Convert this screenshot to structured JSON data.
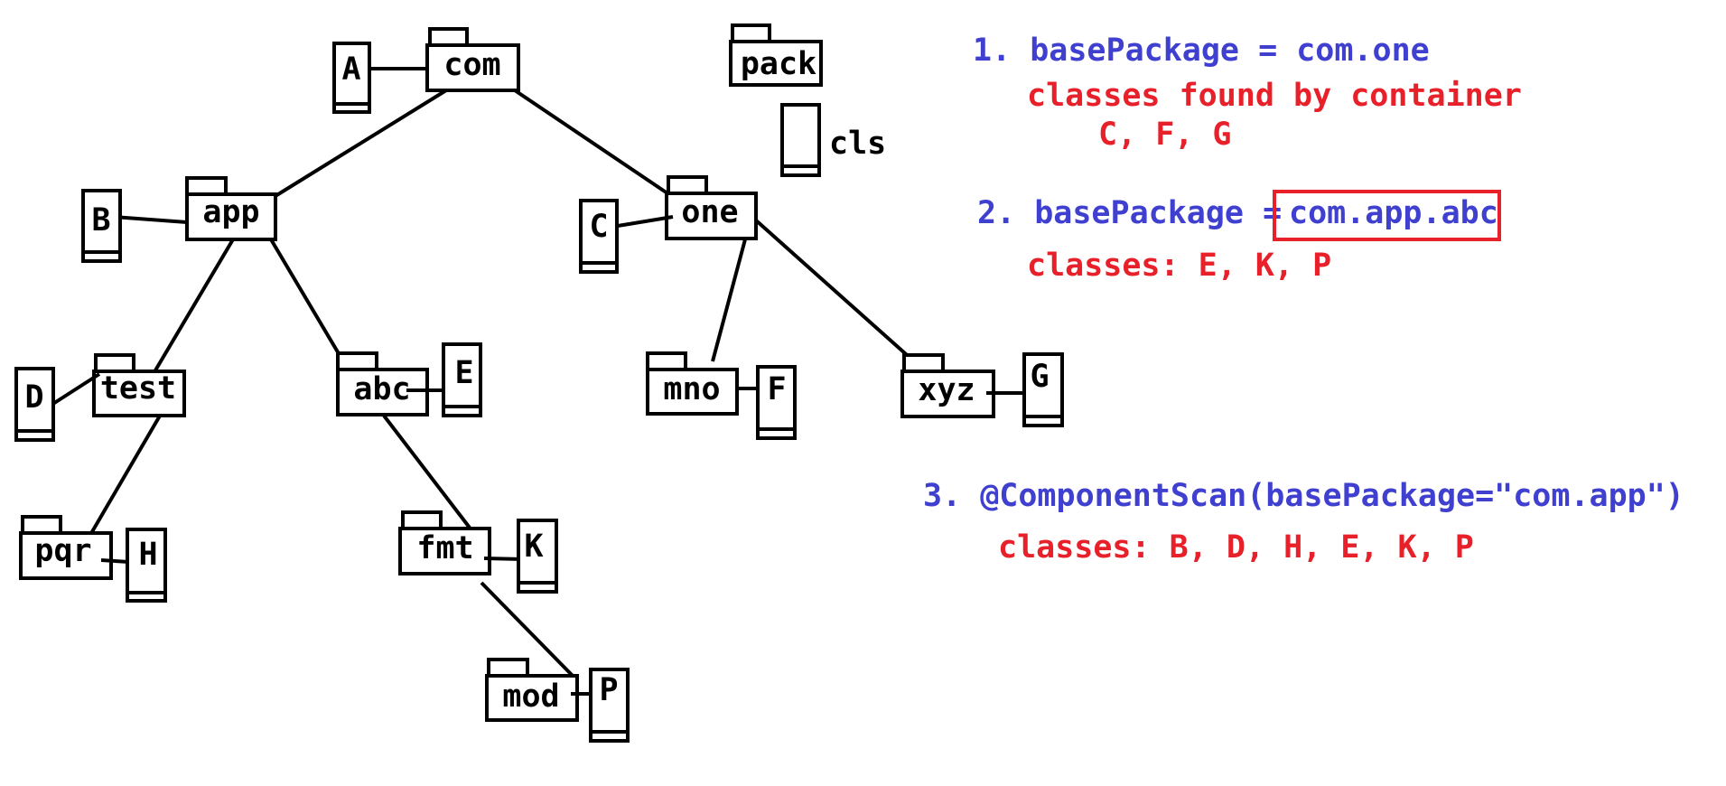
{
  "packages": {
    "com": "com",
    "app": "app",
    "one": "one",
    "test": "test",
    "abc": "abc",
    "mno": "mno",
    "xyz": "xyz",
    "pqr": "pqr",
    "fmt": "fmt",
    "mod": "mod"
  },
  "classes": {
    "A": "A",
    "B": "B",
    "C": "C",
    "D": "D",
    "E": "E",
    "F": "F",
    "G": "G",
    "H": "H",
    "K": "K",
    "P": "P"
  },
  "legend": {
    "package": "pack",
    "class": "cls"
  },
  "notes": {
    "n1_title": "1. basePackage = com.one",
    "n1_line1": "classes found by container",
    "n1_line2": "C, F, G",
    "n2_prefix": "2. basePackage =",
    "n2_value": "com.app.abc",
    "n2_classes": "classes: E, K, P",
    "n3_title": "3. @ComponentScan(basePackage=\"com.app\")",
    "n3_classes": "classes: B, D, H, E, K, P"
  },
  "colors": {
    "blue": "#4040d0",
    "red": "#e8202a"
  }
}
